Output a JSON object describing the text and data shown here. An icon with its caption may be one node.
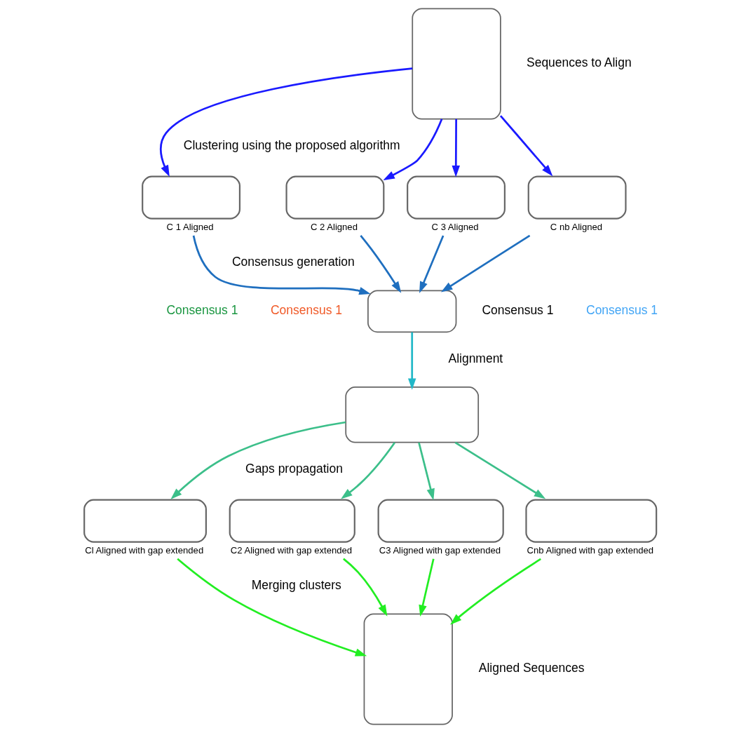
{
  "diagram": {
    "nodes": [
      {
        "text": [],
        "shape": "box",
        "beside": [
          "Sequences to Align"
        ]
      },
      {
        "text": [],
        "shape": "box",
        "beside": [
          "C 1 Aligned"
        ]
      },
      {
        "text": [],
        "shape": "box",
        "beside": [
          "C 2 Aligned"
        ]
      },
      {
        "text": [],
        "shape": "box",
        "beside": [
          "C 3 Aligned"
        ]
      },
      {
        "text": [],
        "shape": "box",
        "beside": [
          "C nb Aligned"
        ]
      },
      {
        "text": [],
        "shape": "box",
        "beside": [
          "Consensus 1",
          "Consensus 1",
          "Consensus 1",
          "Consensus 1"
        ]
      },
      {
        "text": [],
        "shape": "box"
      },
      {
        "text": [],
        "shape": "box",
        "beside": [
          "Cl Aligned with gap extended"
        ]
      },
      {
        "text": [],
        "shape": "box",
        "beside": [
          "C2 Aligned with gap extended"
        ]
      },
      {
        "text": [],
        "shape": "box",
        "beside": [
          "C3 Aligned with gap extended"
        ]
      },
      {
        "text": [],
        "shape": "box",
        "beside": [
          "Cnb Aligned with gap extended"
        ]
      },
      {
        "text": [],
        "shape": "box",
        "beside": [
          "Aligned Sequences"
        ]
      }
    ],
    "edges": [
      {
        "from": 0,
        "to": 1,
        "arrow": "to",
        "color": "#1a1aff"
      },
      {
        "from": 0,
        "to": 2,
        "arrow": "to",
        "color": "#1a1aff"
      },
      {
        "from": 0,
        "to": 3,
        "arrow": "to",
        "color": "#1a1aff"
      },
      {
        "from": 0,
        "to": 4,
        "arrow": "to",
        "color": "#1a1aff"
      },
      {
        "from": 1,
        "to": 5,
        "arrow": "to",
        "color": "#1f6fbf"
      },
      {
        "from": 2,
        "to": 5,
        "arrow": "to",
        "color": "#1f6fbf"
      },
      {
        "from": 3,
        "to": 5,
        "arrow": "to",
        "color": "#1f6fbf"
      },
      {
        "from": 4,
        "to": 5,
        "arrow": "to",
        "color": "#1f6fbf"
      },
      {
        "from": 5,
        "to": 6,
        "arrow": "to",
        "color": "#22b8c8"
      },
      {
        "from": 6,
        "to": 7,
        "arrow": "to",
        "color": "#3cbf8a"
      },
      {
        "from": 6,
        "to": 8,
        "arrow": "to",
        "color": "#3cbf8a"
      },
      {
        "from": 6,
        "to": 9,
        "arrow": "to",
        "color": "#3cbf8a"
      },
      {
        "from": 6,
        "to": 10,
        "arrow": "to",
        "color": "#3cbf8a"
      },
      {
        "from": 7,
        "to": 11,
        "arrow": "to",
        "color": "#22ee22"
      },
      {
        "from": 8,
        "to": 11,
        "arrow": "to",
        "color": "#22ee22"
      },
      {
        "from": 9,
        "to": 11,
        "arrow": "to",
        "color": "#22ee22"
      },
      {
        "from": 10,
        "to": 11,
        "arrow": "to",
        "color": "#22ee22"
      }
    ],
    "labels": [
      "Clustering using the proposed algorithm",
      "Consensus generation",
      "Alignment",
      "Gaps propagation",
      "Merging clusters"
    ]
  }
}
